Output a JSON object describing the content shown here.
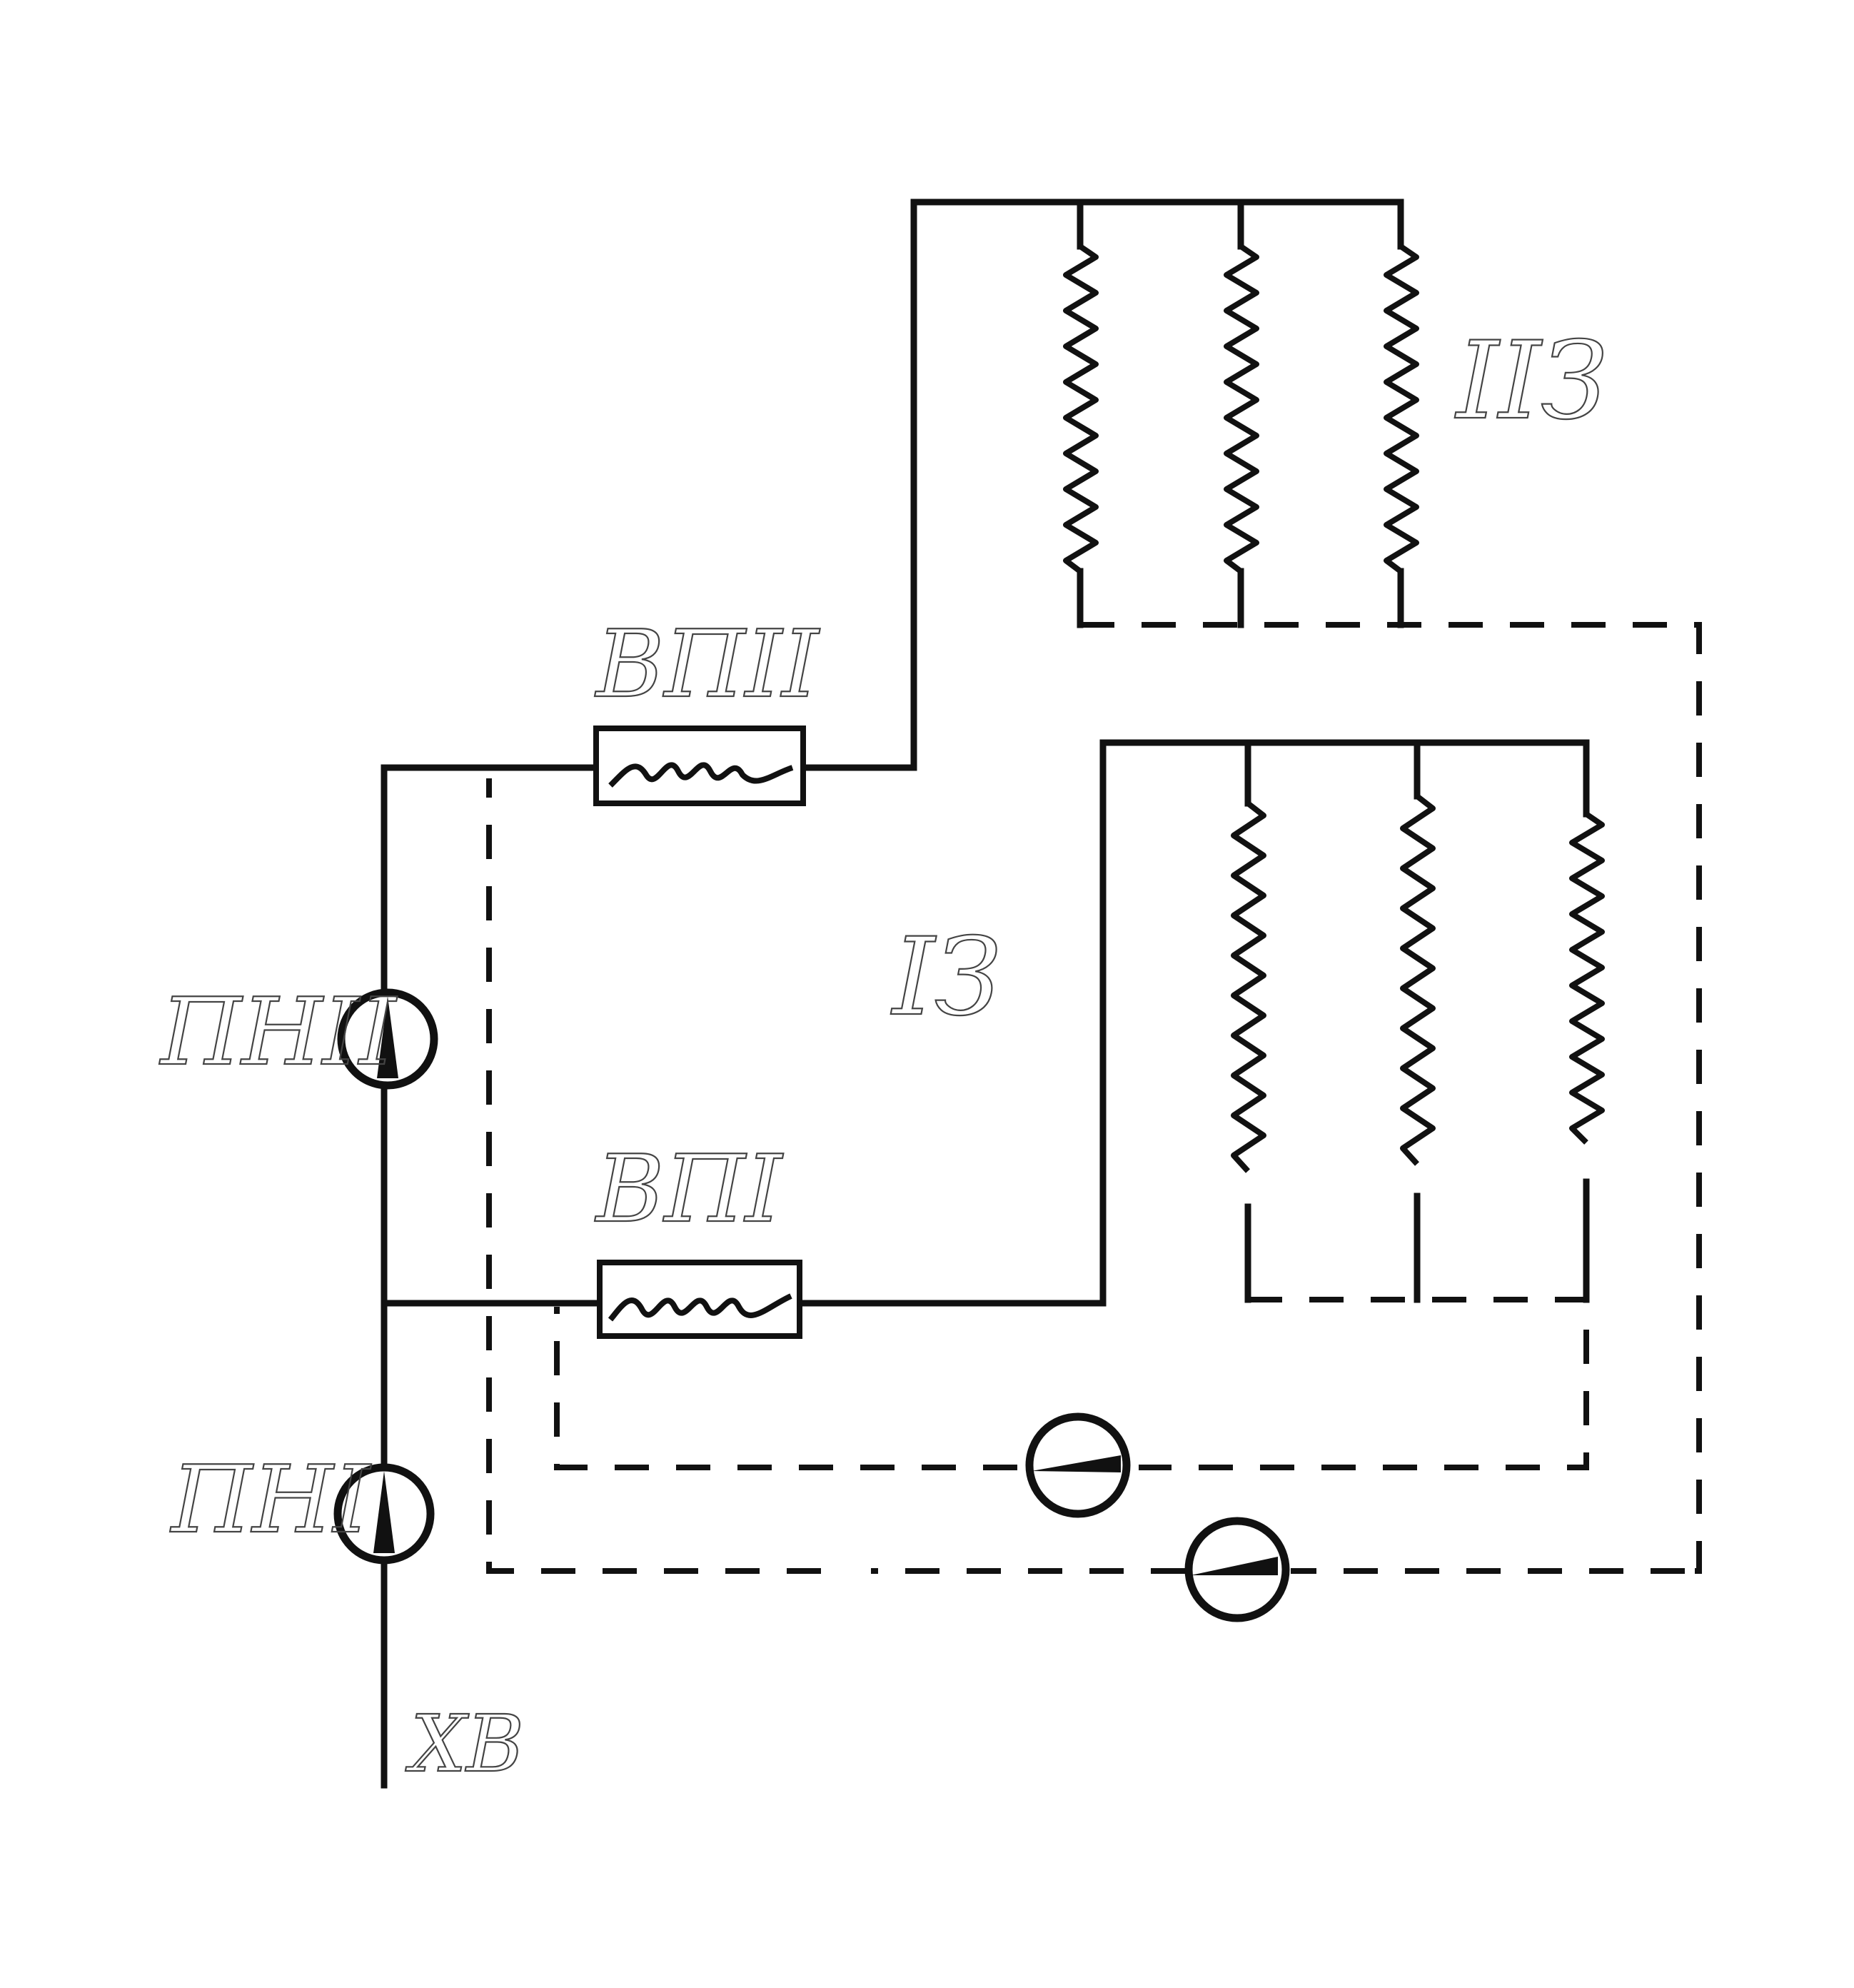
{
  "labels": {
    "zone_2": "IIЗ",
    "zone_1": "IЗ",
    "heater_2": "ВПII",
    "heater_1": "ВПI",
    "pump_2": "ПНII",
    "pump_1": "ПНI",
    "cold_water": "ХВ"
  },
  "colors": {
    "line": "#111111",
    "handwriting": "#444444",
    "background": "#ffffff"
  }
}
